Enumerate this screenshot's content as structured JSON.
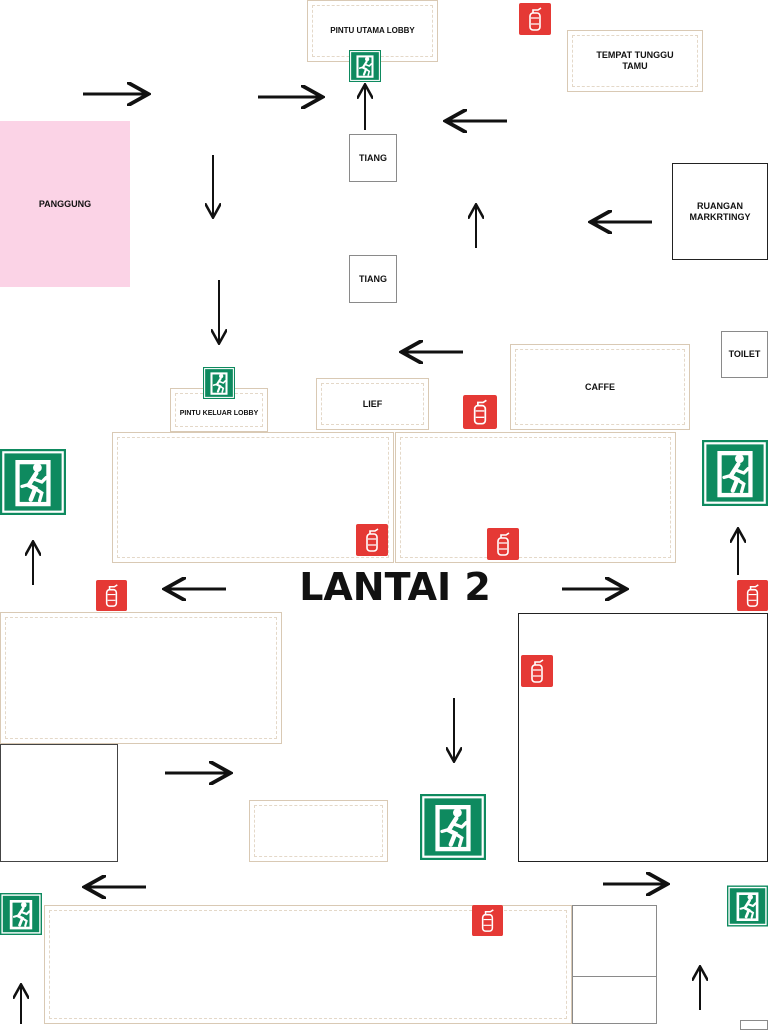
{
  "title": "LANTAI 2",
  "labels": {
    "main_lobby_door": "PINTU  UTAMA LOBBY",
    "guest_waiting": "TEMPAT TUNGGU TAMU",
    "stage": "PANGGUNG",
    "pillar_1": "TIANG",
    "pillar_2": "TIANG",
    "marketing_room": "RUANGAN MARKRTINGY",
    "toilet": "TOILET",
    "cafe": "CAFFE",
    "lift": "LIEF",
    "lobby_exit_door": "PINTU KELUAR LOBBY"
  },
  "colors": {
    "exit_sign": "#0e8a5f",
    "extinguisher": "#e53935",
    "stage": "#fbd3e6",
    "room_border": "#d9c9b4"
  },
  "icons": {
    "exit": "emergency-exit-icon",
    "extinguisher": "fire-extinguisher-icon",
    "arrow": "direction-arrow-icon"
  }
}
